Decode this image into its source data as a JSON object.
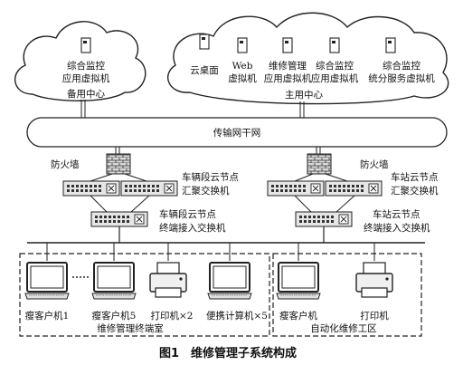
{
  "backup_center": {
    "server_label_line1": "综合监控",
    "server_label_line2": "应用虚拟机",
    "center_label": "备用中心"
  },
  "main_center": {
    "servers": [
      {
        "line1": "云桌面",
        "line2": ""
      },
      {
        "line1": "Web",
        "line2": "虚拟机"
      },
      {
        "line1": "维修管理",
        "line2": "应用虚拟机"
      },
      {
        "line1": "综合监控",
        "line2": "应用虚拟机"
      },
      {
        "line1": "综合监控",
        "line2": "统分服务虚拟机"
      }
    ],
    "center_label": "主用中心"
  },
  "backbone_label": "传输网干网",
  "left_branch": {
    "firewall_label": "防火墙",
    "agg_switch_label_line1": "车辆段云节点",
    "agg_switch_label_line2": "汇聚交换机",
    "access_switch_label_line1": "车辆段云节点",
    "access_switch_label_line2": "终端接入交换机"
  },
  "right_branch": {
    "firewall_label": "防火墙",
    "agg_switch_label_line1": "车站云节点",
    "agg_switch_label_line2": "汇聚交换机",
    "access_switch_label_line1": "车站云节点",
    "access_switch_label_line2": "终端接入交换机"
  },
  "left_zone": {
    "device_labels": [
      "瘦客户机1",
      "瘦客户机5",
      "打印机×2",
      "便携计算机×5"
    ],
    "zone_label": "维修管理终端室"
  },
  "right_zone": {
    "device_labels": [
      "瘦客户机",
      "打印机"
    ],
    "zone_label": "自动化维修工区"
  },
  "caption": "图1　维修管理子系统构成"
}
